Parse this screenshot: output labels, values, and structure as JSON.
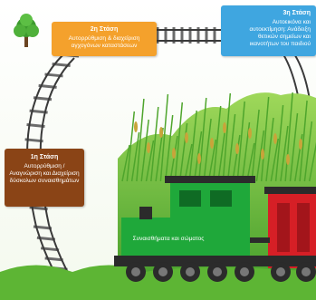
{
  "stages": {
    "stage1": {
      "title": "1η Στάση",
      "text": "Αυτορρύθμιση / Αναγνώριση και Διαχείριση δύσκολων συναισθημάτων",
      "color": "#8a4416"
    },
    "stage2": {
      "title": "2η Στάση",
      "text": "Αυτορρύθμιση & διαχείριση αγχογόνων καταστάσεων",
      "color": "#f4a12c"
    },
    "stage3": {
      "title": "3η Στάση",
      "text": "Αυτοεικόνα και αυτοεκτίμηση: Ανάδειξη θετικών σημείων και ικανοτήτων του παιδιού",
      "color": "#3fa6e0"
    }
  },
  "engine": {
    "label": "Συναισθήματα και σώματος",
    "color": "#1fa83a"
  },
  "colors": {
    "grass": "#6fbf3a",
    "rails": "#3a3a3a",
    "sleepers": "#6b6b6b",
    "wagon": "#d61f26",
    "train_dark": "#2b2b2b"
  },
  "icons": {
    "tree": "tree-icon",
    "train": "train-icon"
  }
}
